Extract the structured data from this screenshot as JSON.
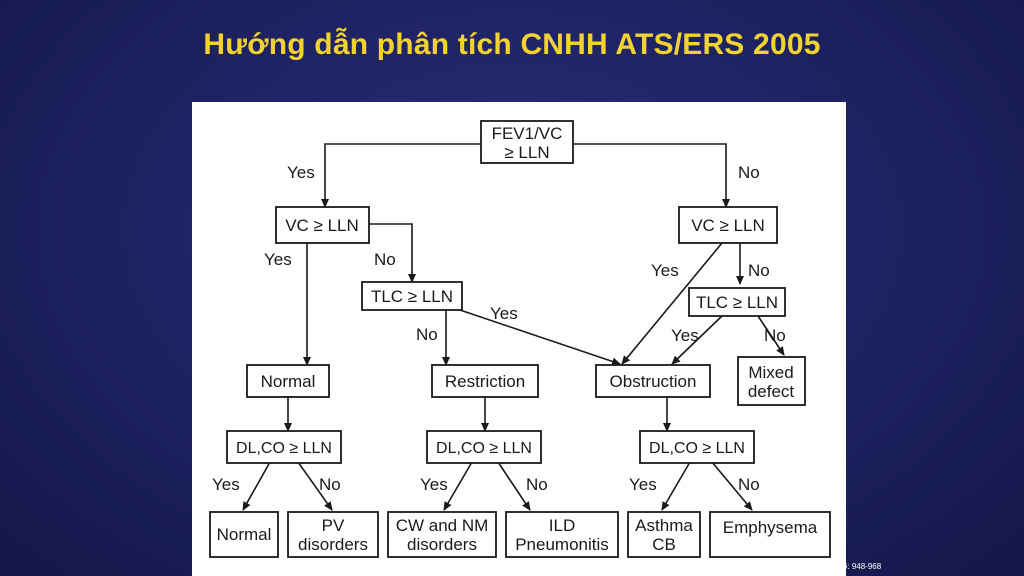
{
  "title": "Hướng dẫn phân tích CNHH ATS/ERS 2005",
  "citation": "Eur Respir J 2005; 26: 948-968",
  "colors": {
    "title": "#f2d22e",
    "background": "#1d2160",
    "panel": "#ffffff",
    "ink": "#1a1a1a"
  },
  "nodes": {
    "fev1vc": [
      "FEV1/VC",
      "≥ LLN"
    ],
    "vc_left": [
      "VC ≥ LLN"
    ],
    "vc_right": [
      "VC ≥ LLN"
    ],
    "tlc_left": [
      "TLC ≥ LLN"
    ],
    "tlc_right": [
      "TLC ≥ LLN"
    ],
    "normal": [
      "Normal"
    ],
    "restriction": [
      "Restriction"
    ],
    "obstruction": [
      "Obstruction"
    ],
    "mixed": [
      "Mixed",
      "defect"
    ],
    "dlco_1": [
      "DL,CO ≥ LLN"
    ],
    "dlco_2": [
      "DL,CO ≥ LLN"
    ],
    "dlco_3": [
      "DL,CO ≥ LLN"
    ],
    "out_normal": [
      "Normal"
    ],
    "out_pv": [
      "PV",
      "disorders"
    ],
    "out_cw": [
      "CW and NM",
      "disorders"
    ],
    "out_ild": [
      "ILD",
      "Pneumonitis"
    ],
    "out_asthma": [
      "Asthma",
      "CB"
    ],
    "out_emphysema": [
      "Emphysema"
    ]
  },
  "edge_labels": {
    "fev_yes": "Yes",
    "fev_no": "No",
    "vcl_yes": "Yes",
    "vcl_no": "No",
    "tlcl_yes": "Yes",
    "tlcl_no": "No",
    "vcr_yes": "Yes",
    "vcr_no": "No",
    "tlcr_yes": "Yes",
    "tlcr_no": "No",
    "d1_yes": "Yes",
    "d1_no": "No",
    "d2_yes": "Yes",
    "d2_no": "No",
    "d3_yes": "Yes",
    "d3_no": "No"
  }
}
